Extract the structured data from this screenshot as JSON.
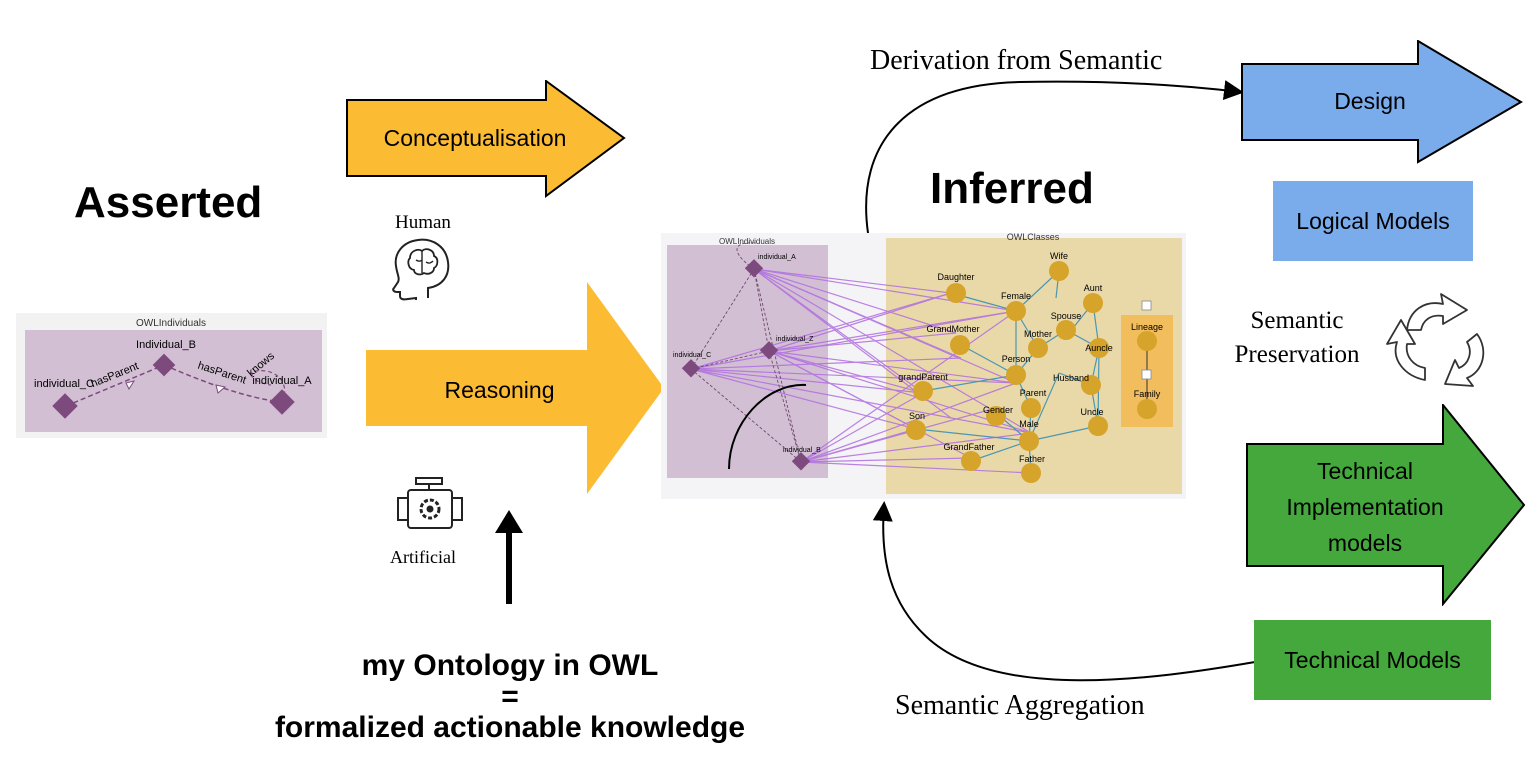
{
  "asserted": {
    "title": "Asserted",
    "panel_title": "OWLIndividuals",
    "nodes": [
      "Individual_B",
      "individual_C",
      "individual_A"
    ],
    "edges": [
      "hasParent",
      "hasParent",
      "knows"
    ]
  },
  "inferred": {
    "title": "Inferred",
    "left_panel_title": "OWLIndividuals",
    "right_panel_title": "OWLClasses",
    "individuals": [
      "individual_A",
      "individual_C",
      "individual_Z",
      "individual_B"
    ],
    "classes": [
      "Wife",
      "Daughter",
      "Aunt",
      "Female",
      "GrandMother",
      "Spouse",
      "Mother",
      "Auncle",
      "Person",
      "grandParent",
      "Husband",
      "Parent",
      "Gender",
      "Son",
      "Uncle",
      "Male",
      "GrandFather",
      "Father",
      "Lineage",
      "Family"
    ]
  },
  "arrows": {
    "conceptualisation": "Conceptualisation",
    "reasoning": "Reasoning",
    "design": "Design",
    "technical_impl_line1": "Technical",
    "technical_impl_line2": "Implementation",
    "technical_impl_line3": "models"
  },
  "boxes": {
    "logical_models": "Logical Models",
    "technical_models": "Technical Models"
  },
  "labels": {
    "human": "Human",
    "artificial": "Artificial",
    "derivation": "Derivation from Semantic",
    "semantic_line1": "Semantic",
    "semantic_line2": "Preservation",
    "aggregation": "Semantic Aggregation"
  },
  "bottom": {
    "line1": "my Ontology in OWL",
    "line2": "=",
    "line3": "formalized actionable knowledge"
  },
  "colors": {
    "orange": "#fbbb33",
    "blue": "#7aabeb",
    "green": "#44a83c",
    "purple_panel": "#d3bfd3",
    "purple_node": "#7d4a7e",
    "class_panel": "#ead9a8",
    "class_node": "#d6a42a",
    "lineage_panel": "#f2bd5c"
  }
}
